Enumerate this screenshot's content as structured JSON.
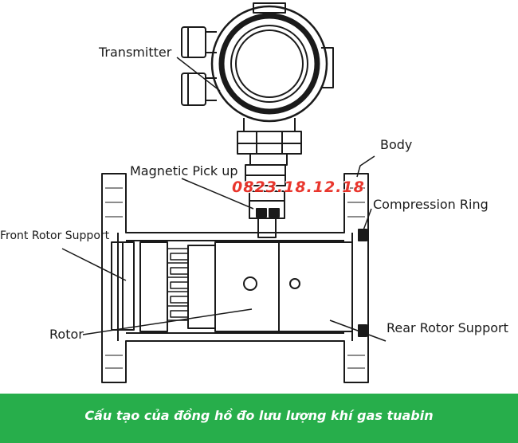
{
  "labels": {
    "transmitter": "Transmitter",
    "body": "Body",
    "magnetic_pickup": "Magnetic Pick up",
    "compression_ring": "Compression Ring",
    "front_rotor_support": "Front Rotor Support",
    "rotor": "Rotor",
    "rear_rotor_support": "Rear Rotor Support"
  },
  "watermark": "0823.18.12.18",
  "caption": "Cấu tạo của đồng hồ đo lưu lượng khí gas tuabin",
  "colors": {
    "line": "#1a1a1a",
    "caption_background": "#27ae4b",
    "caption_text": "#ffffff",
    "watermark": "#e8261c"
  }
}
